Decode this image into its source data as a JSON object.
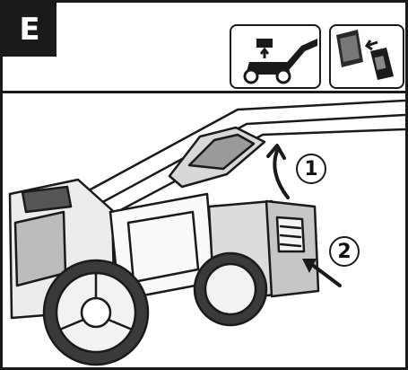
{
  "step": {
    "letter": "E"
  },
  "pictograms": [
    {
      "icon": "mower-lift-icon"
    },
    {
      "icon": "battery-insert-icon"
    }
  ],
  "callouts": [
    {
      "number": "1"
    },
    {
      "number": "2"
    }
  ],
  "colors": {
    "ink": "#1a1a1a",
    "panel": "#ffffff"
  }
}
